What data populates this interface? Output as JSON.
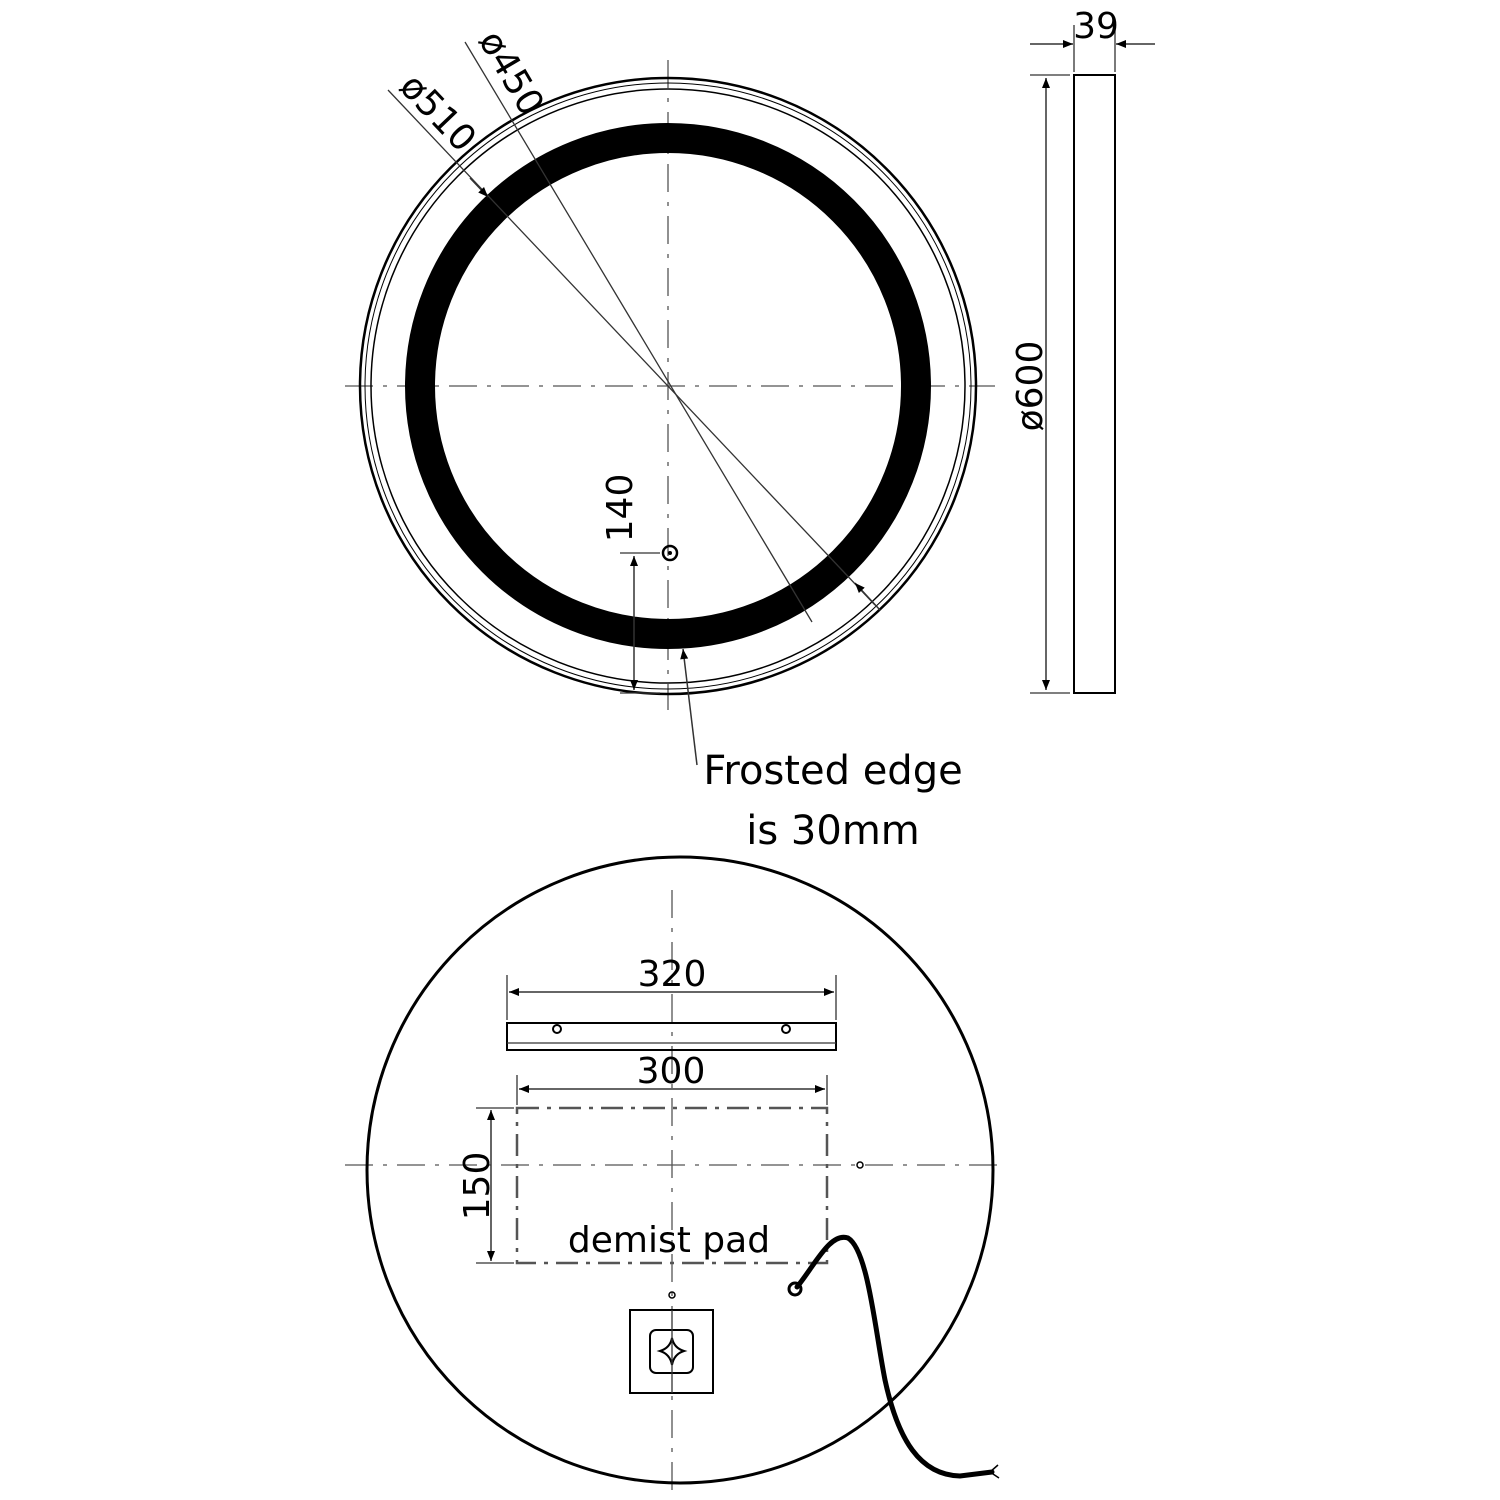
{
  "front_view": {
    "dia_outer": "ø600",
    "dia_led_outer": "ø510",
    "dia_led_inner": "ø450",
    "switch_offset": "140",
    "note_line1": "Frosted edge",
    "note_line2": "is 30mm"
  },
  "side_view": {
    "depth": "39"
  },
  "back_view": {
    "bracket_length": "320",
    "pad_width": "300",
    "pad_height": "150",
    "pad_label": "demist pad"
  },
  "colors": {
    "line": "#000000",
    "centerline": "#555555"
  }
}
